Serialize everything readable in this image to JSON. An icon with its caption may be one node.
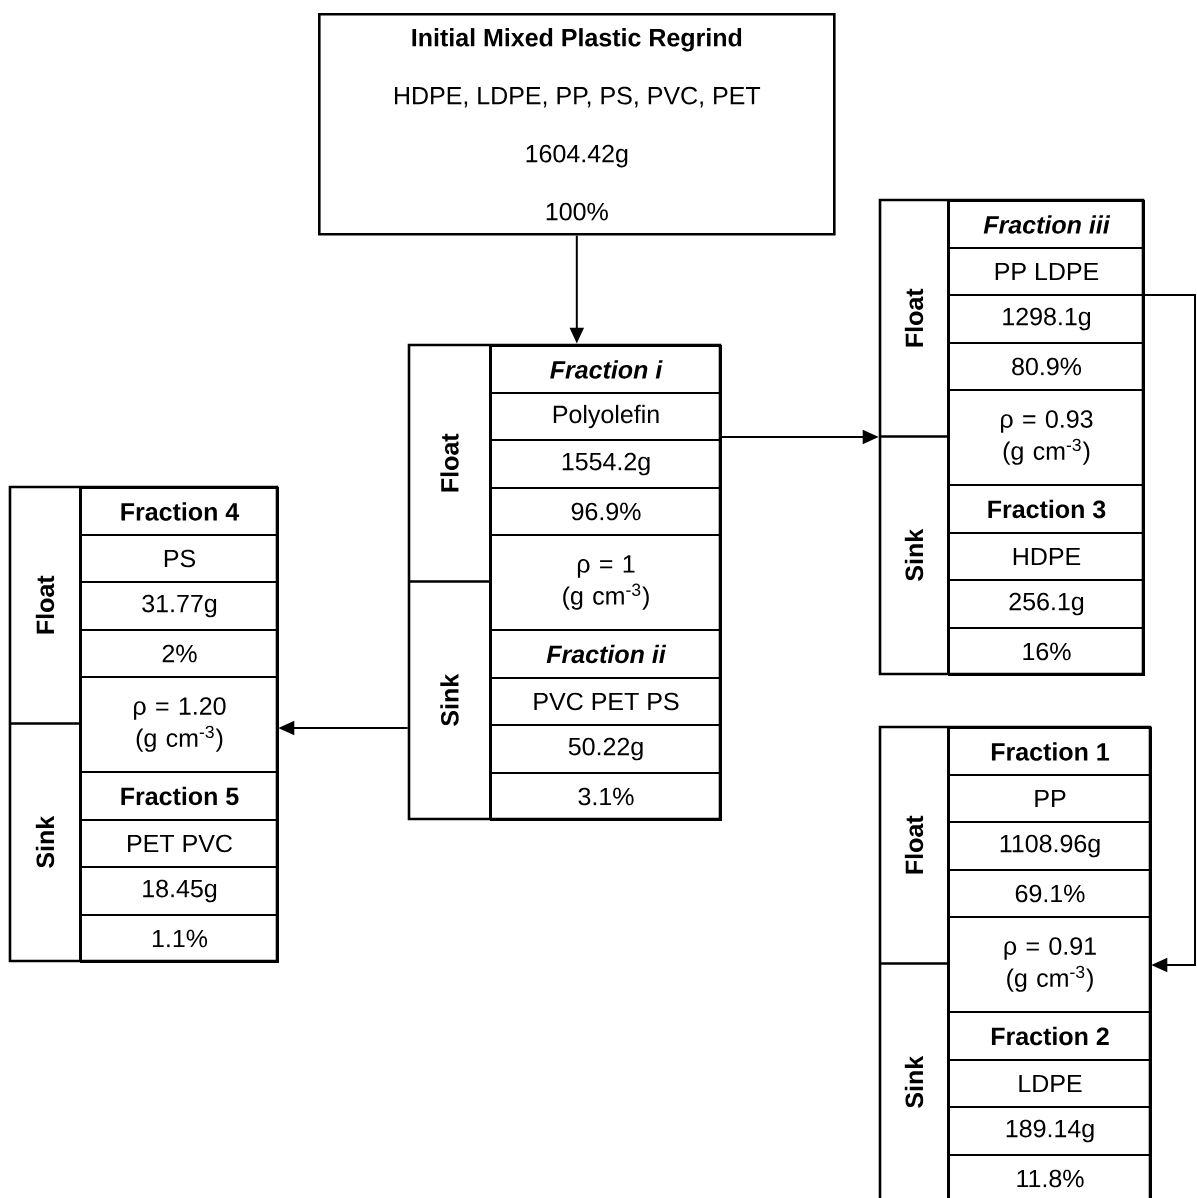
{
  "diagram": {
    "nodes": [
      {
        "text": [
          "Initial Mixed Plastic Regrind",
          "HDPE, LDPE, PP, PS, PVC, PET",
          "1604.42g",
          "100%"
        ]
      },
      {
        "text": [],
        "shape": "box"
      },
      {
        "text": [
          "Float"
        ],
        "in": 1
      },
      {
        "text": [
          "Sink"
        ],
        "in": 1
      },
      {
        "text": [
          "Fraction i"
        ],
        "in": 1
      },
      {
        "text": [
          "Polyolefin"
        ],
        "in": 1
      },
      {
        "text": [
          "1554.2g"
        ],
        "in": 1
      },
      {
        "text": [
          "96.9%"
        ],
        "in": 1
      },
      {
        "text": [
          "ρ = 1 (g cm$^{-3}$)"
        ],
        "in": 1
      },
      {
        "text": [
          "Fraction ii"
        ],
        "in": 1
      },
      {
        "text": [
          "PVC PET PS"
        ],
        "in": 1
      },
      {
        "text": [
          "50.22g"
        ],
        "in": 1
      },
      {
        "text": [
          "3.1%"
        ],
        "in": 1
      },
      {
        "text": [],
        "shape": "box"
      },
      {
        "text": [
          "Float"
        ],
        "in": 13
      },
      {
        "text": [
          "Sink"
        ],
        "in": 13
      },
      {
        "text": [
          "Fraction iii"
        ],
        "in": 13
      },
      {
        "text": [
          "PP LDPE"
        ],
        "in": 13
      },
      {
        "text": [
          "1298.1g"
        ],
        "in": 13
      },
      {
        "text": [
          "80.9%"
        ],
        "in": 13
      },
      {
        "text": [
          "ρ = 0.93 (g cm$^{-3}$)"
        ],
        "in": 13
      },
      {
        "text": [
          "Fraction 3"
        ],
        "in": 13
      },
      {
        "text": [
          "HDPE"
        ],
        "in": 13
      },
      {
        "text": [
          "256.1g"
        ],
        "in": 13
      },
      {
        "text": [
          "16%"
        ],
        "in": 13
      },
      {
        "text": [],
        "shape": "box"
      },
      {
        "text": [
          "Float"
        ],
        "in": 25
      },
      {
        "text": [
          "Sink"
        ],
        "in": 25
      },
      {
        "text": [
          "Fraction 4"
        ],
        "in": 25
      },
      {
        "text": [
          "PS"
        ],
        "in": 25
      },
      {
        "text": [
          "31.77g"
        ],
        "in": 25
      },
      {
        "text": [
          "2%"
        ],
        "in": 25
      },
      {
        "text": [
          "ρ = 1.20 (g cm$^{-3}$)"
        ],
        "in": 25
      },
      {
        "text": [
          "Fraction 5"
        ],
        "in": 25
      },
      {
        "text": [
          "PET PVC"
        ],
        "in": 25
      },
      {
        "text": [
          "18.45g"
        ],
        "in": 25
      },
      {
        "text": [
          "1.1%"
        ],
        "in": 25
      },
      {
        "text": [],
        "shape": "box"
      },
      {
        "text": [
          "Float"
        ],
        "in": 37
      },
      {
        "text": [
          "Sink"
        ],
        "in": 37
      },
      {
        "text": [
          "Fraction 1"
        ],
        "in": 37
      },
      {
        "text": [
          "PP"
        ],
        "in": 37
      },
      {
        "text": [
          "1108.96g"
        ],
        "in": 37
      },
      {
        "text": [
          "69.1%"
        ],
        "in": 37
      },
      {
        "text": [
          "ρ = 0.91 (g cm$^{-3}$)"
        ],
        "in": 37
      },
      {
        "text": [
          "Fraction 2"
        ],
        "in": 37
      },
      {
        "text": [
          "LDPE"
        ],
        "in": 37
      },
      {
        "text": [
          "189.14g"
        ],
        "in": 37
      },
      {
        "text": [
          "11.8%"
        ],
        "in": 37
      }
    ],
    "edges": [
      {
        "from": 0,
        "to": 1,
        "arrow": "to"
      },
      {
        "from": 1,
        "to": 13,
        "arrow": "to"
      },
      {
        "from": 1,
        "to": 25,
        "arrow": "to"
      },
      {
        "from": 13,
        "to": 37,
        "arrow": "to"
      }
    ]
  }
}
